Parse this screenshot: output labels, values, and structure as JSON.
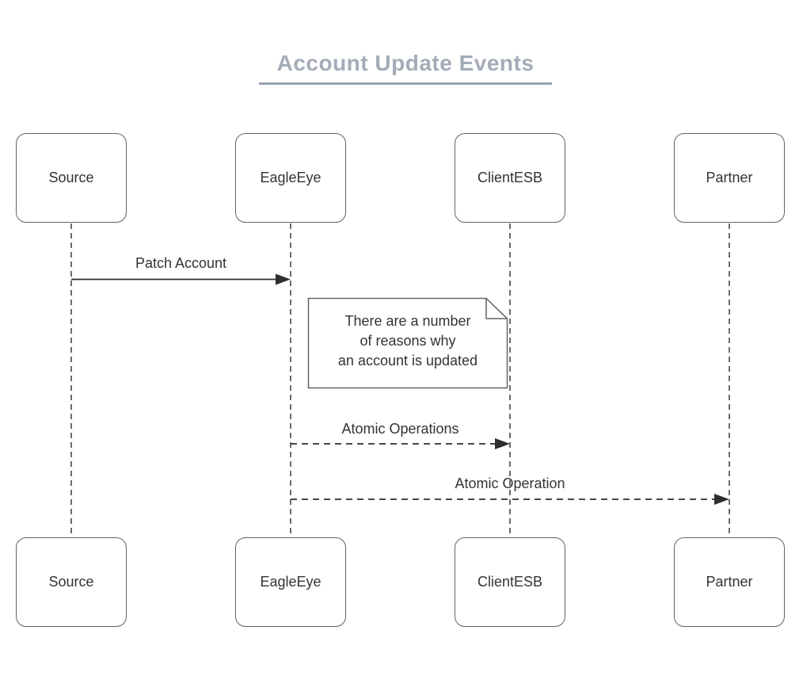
{
  "title": {
    "text": "Account Update Events"
  },
  "actors": [
    {
      "id": "source",
      "label": "Source"
    },
    {
      "id": "eagleeye",
      "label": "EagleEye"
    },
    {
      "id": "clientesb",
      "label": "ClientESB"
    },
    {
      "id": "partner",
      "label": "Partner"
    }
  ],
  "messages": [
    {
      "label": "Patch Account",
      "from": "Source",
      "to": "EagleEye",
      "line_style": "solid"
    },
    {
      "label": "Atomic Operations",
      "from": "EagleEye",
      "to": "ClientESB",
      "line_style": "dashed"
    },
    {
      "label": "Atomic Operation",
      "from": "EagleEye",
      "to": "Partner",
      "line_style": "dashed"
    }
  ],
  "note": {
    "lines": [
      "There are a number",
      "of reasons why",
      "an account is updated"
    ],
    "full_text": "There are a number of reasons why an account is updated"
  },
  "colors": {
    "background": "#ffffff",
    "title_text": "#a4abb8",
    "title_underline": "#9aa2b1",
    "shape_border": "#636363",
    "line": "#333333",
    "text": "#333333"
  }
}
